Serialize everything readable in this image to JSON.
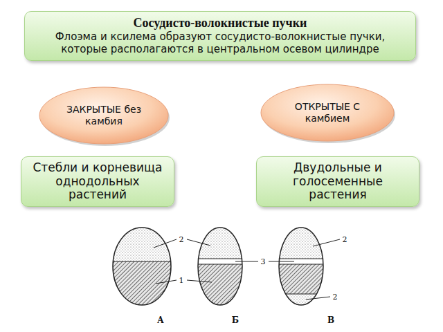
{
  "diagram": {
    "nodes": [
      {
        "text": [
          "Сосудисто-волокнистые пучки",
          "Флоэма и ксилема образуют сосудисто-волокнистые пучки, которые располагаются в центральном осевом цилиндре"
        ]
      },
      {
        "text": [
          "ЗАКРЫТЫЕ без камбия"
        ]
      },
      {
        "text": [
          "ОТКРЫТЫЕ С камбием"
        ]
      },
      {
        "text": [
          "Стебли и корневища однодольных растений"
        ]
      },
      {
        "text": [
          "Двудольные и голосеменные растения"
        ]
      }
    ],
    "labels": [
      "2",
      "1",
      "3",
      "2",
      "2",
      "А",
      "Б",
      "В"
    ]
  }
}
